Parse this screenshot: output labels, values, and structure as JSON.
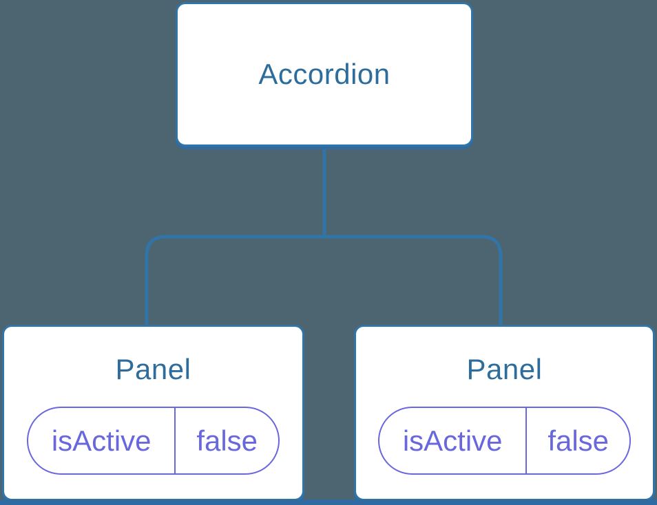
{
  "colors": {
    "background": "#4D6570",
    "node-fill": "#FFFFFF",
    "node-border": "#3174A8",
    "node-text": "#2E6D9B",
    "connector": "#3174A8",
    "state-accent": "#6967DE",
    "baseline-strip": "#2F6BA0"
  },
  "tree": {
    "root": {
      "label": "Accordion"
    },
    "children": [
      {
        "label": "Panel",
        "state": {
          "name": "isActive",
          "value": "false"
        }
      },
      {
        "label": "Panel",
        "state": {
          "name": "isActive",
          "value": "false"
        }
      }
    ]
  }
}
